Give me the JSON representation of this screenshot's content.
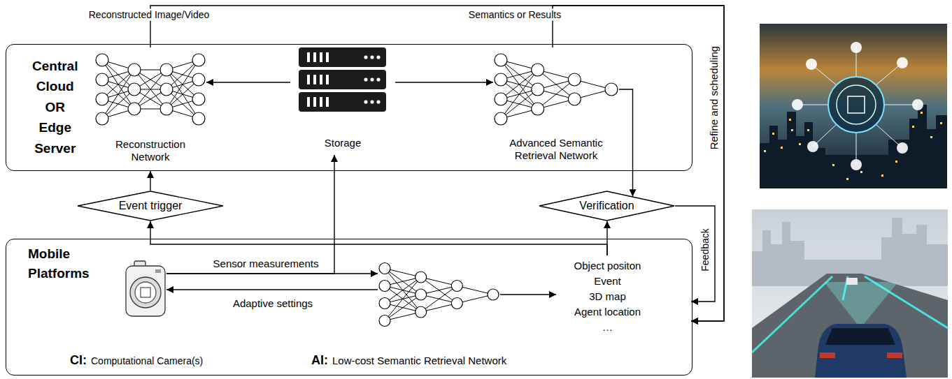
{
  "diagram": {
    "nodes": [
      {
        "text": [
          "Central Cloud OR Edge Server"
        ]
      },
      {
        "text": [
          "Reconstruction Network"
        ],
        "in": 0
      },
      {
        "text": [
          "Storage"
        ],
        "in": 0
      },
      {
        "text": [
          "Advanced Semantic Retrieval Network"
        ],
        "in": 0
      },
      {
        "text": [
          "Event trigger"
        ]
      },
      {
        "text": [
          "Verification"
        ]
      },
      {
        "text": [
          "Mobile Platforms"
        ]
      },
      {
        "text": [
          "CI:",
          "Computational Camera(s)"
        ],
        "in": 6
      },
      {
        "text": [
          "AI:",
          "Low-cost Semantic Retrieval Network"
        ],
        "in": 6
      },
      {
        "text": [
          "Object positon",
          "Event",
          "3D map",
          "Agent location",
          "…"
        ],
        "in": 6
      }
    ],
    "edges": [
      {
        "from": 2,
        "to": 1,
        "arrow": "to"
      },
      {
        "from": 2,
        "to": 3,
        "arrow": "to"
      },
      {
        "from": 3,
        "to": 5,
        "arrow": "to"
      },
      {
        "from": 4,
        "to": 0,
        "arrow": "to"
      },
      {
        "from": 9,
        "to": 5,
        "arrow": "to"
      },
      {
        "from": 9,
        "to": 4,
        "arrow": "to"
      },
      {
        "from": 7,
        "to": 8,
        "label": "Sensor measurements",
        "arrow": "to"
      },
      {
        "from": 7,
        "to": 2,
        "arrow": "to"
      },
      {
        "from": 8,
        "to": 7,
        "label": "Adaptive settings",
        "arrow": "to"
      },
      {
        "from": 8,
        "to": 9,
        "arrow": "to"
      },
      {
        "from": 5,
        "to": 9,
        "label": "Feedback",
        "arrow": "to"
      },
      {
        "from": 1,
        "to": 9,
        "label": "Reconstructed Image/Video",
        "arrow": "to"
      },
      {
        "from": 3,
        "to": 9,
        "label": "Semantics or Results",
        "arrow": "to"
      }
    ],
    "labels": [
      "Refine and scheduling"
    ]
  }
}
